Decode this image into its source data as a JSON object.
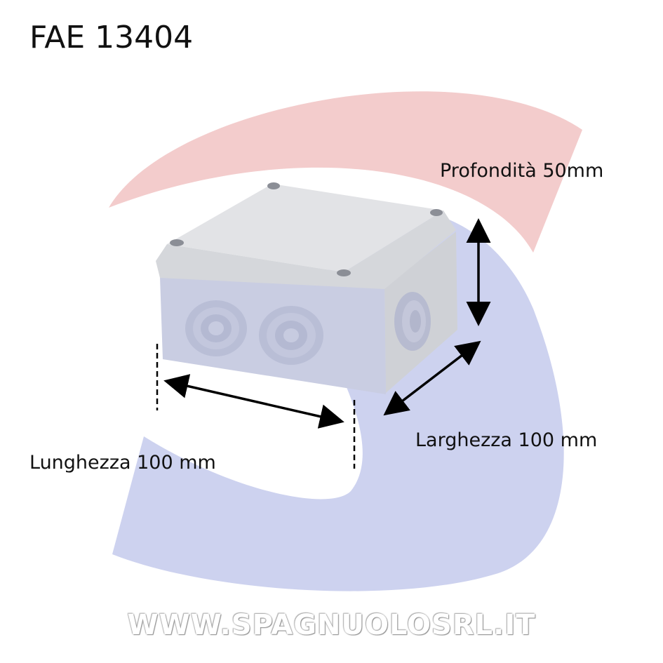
{
  "product_code": "FAE 13404",
  "dimensions": {
    "depth": "Profondità 50mm",
    "width": "Larghezza 100 mm",
    "length": "Lunghezza 100 mm"
  },
  "watermark": "WWW.SPAGNUOLOSRL.IT",
  "colors": {
    "logo_red": "#f3cccc",
    "logo_blue": "#cdd2ef",
    "box": "#dcdee0",
    "arrow": "#000000"
  }
}
